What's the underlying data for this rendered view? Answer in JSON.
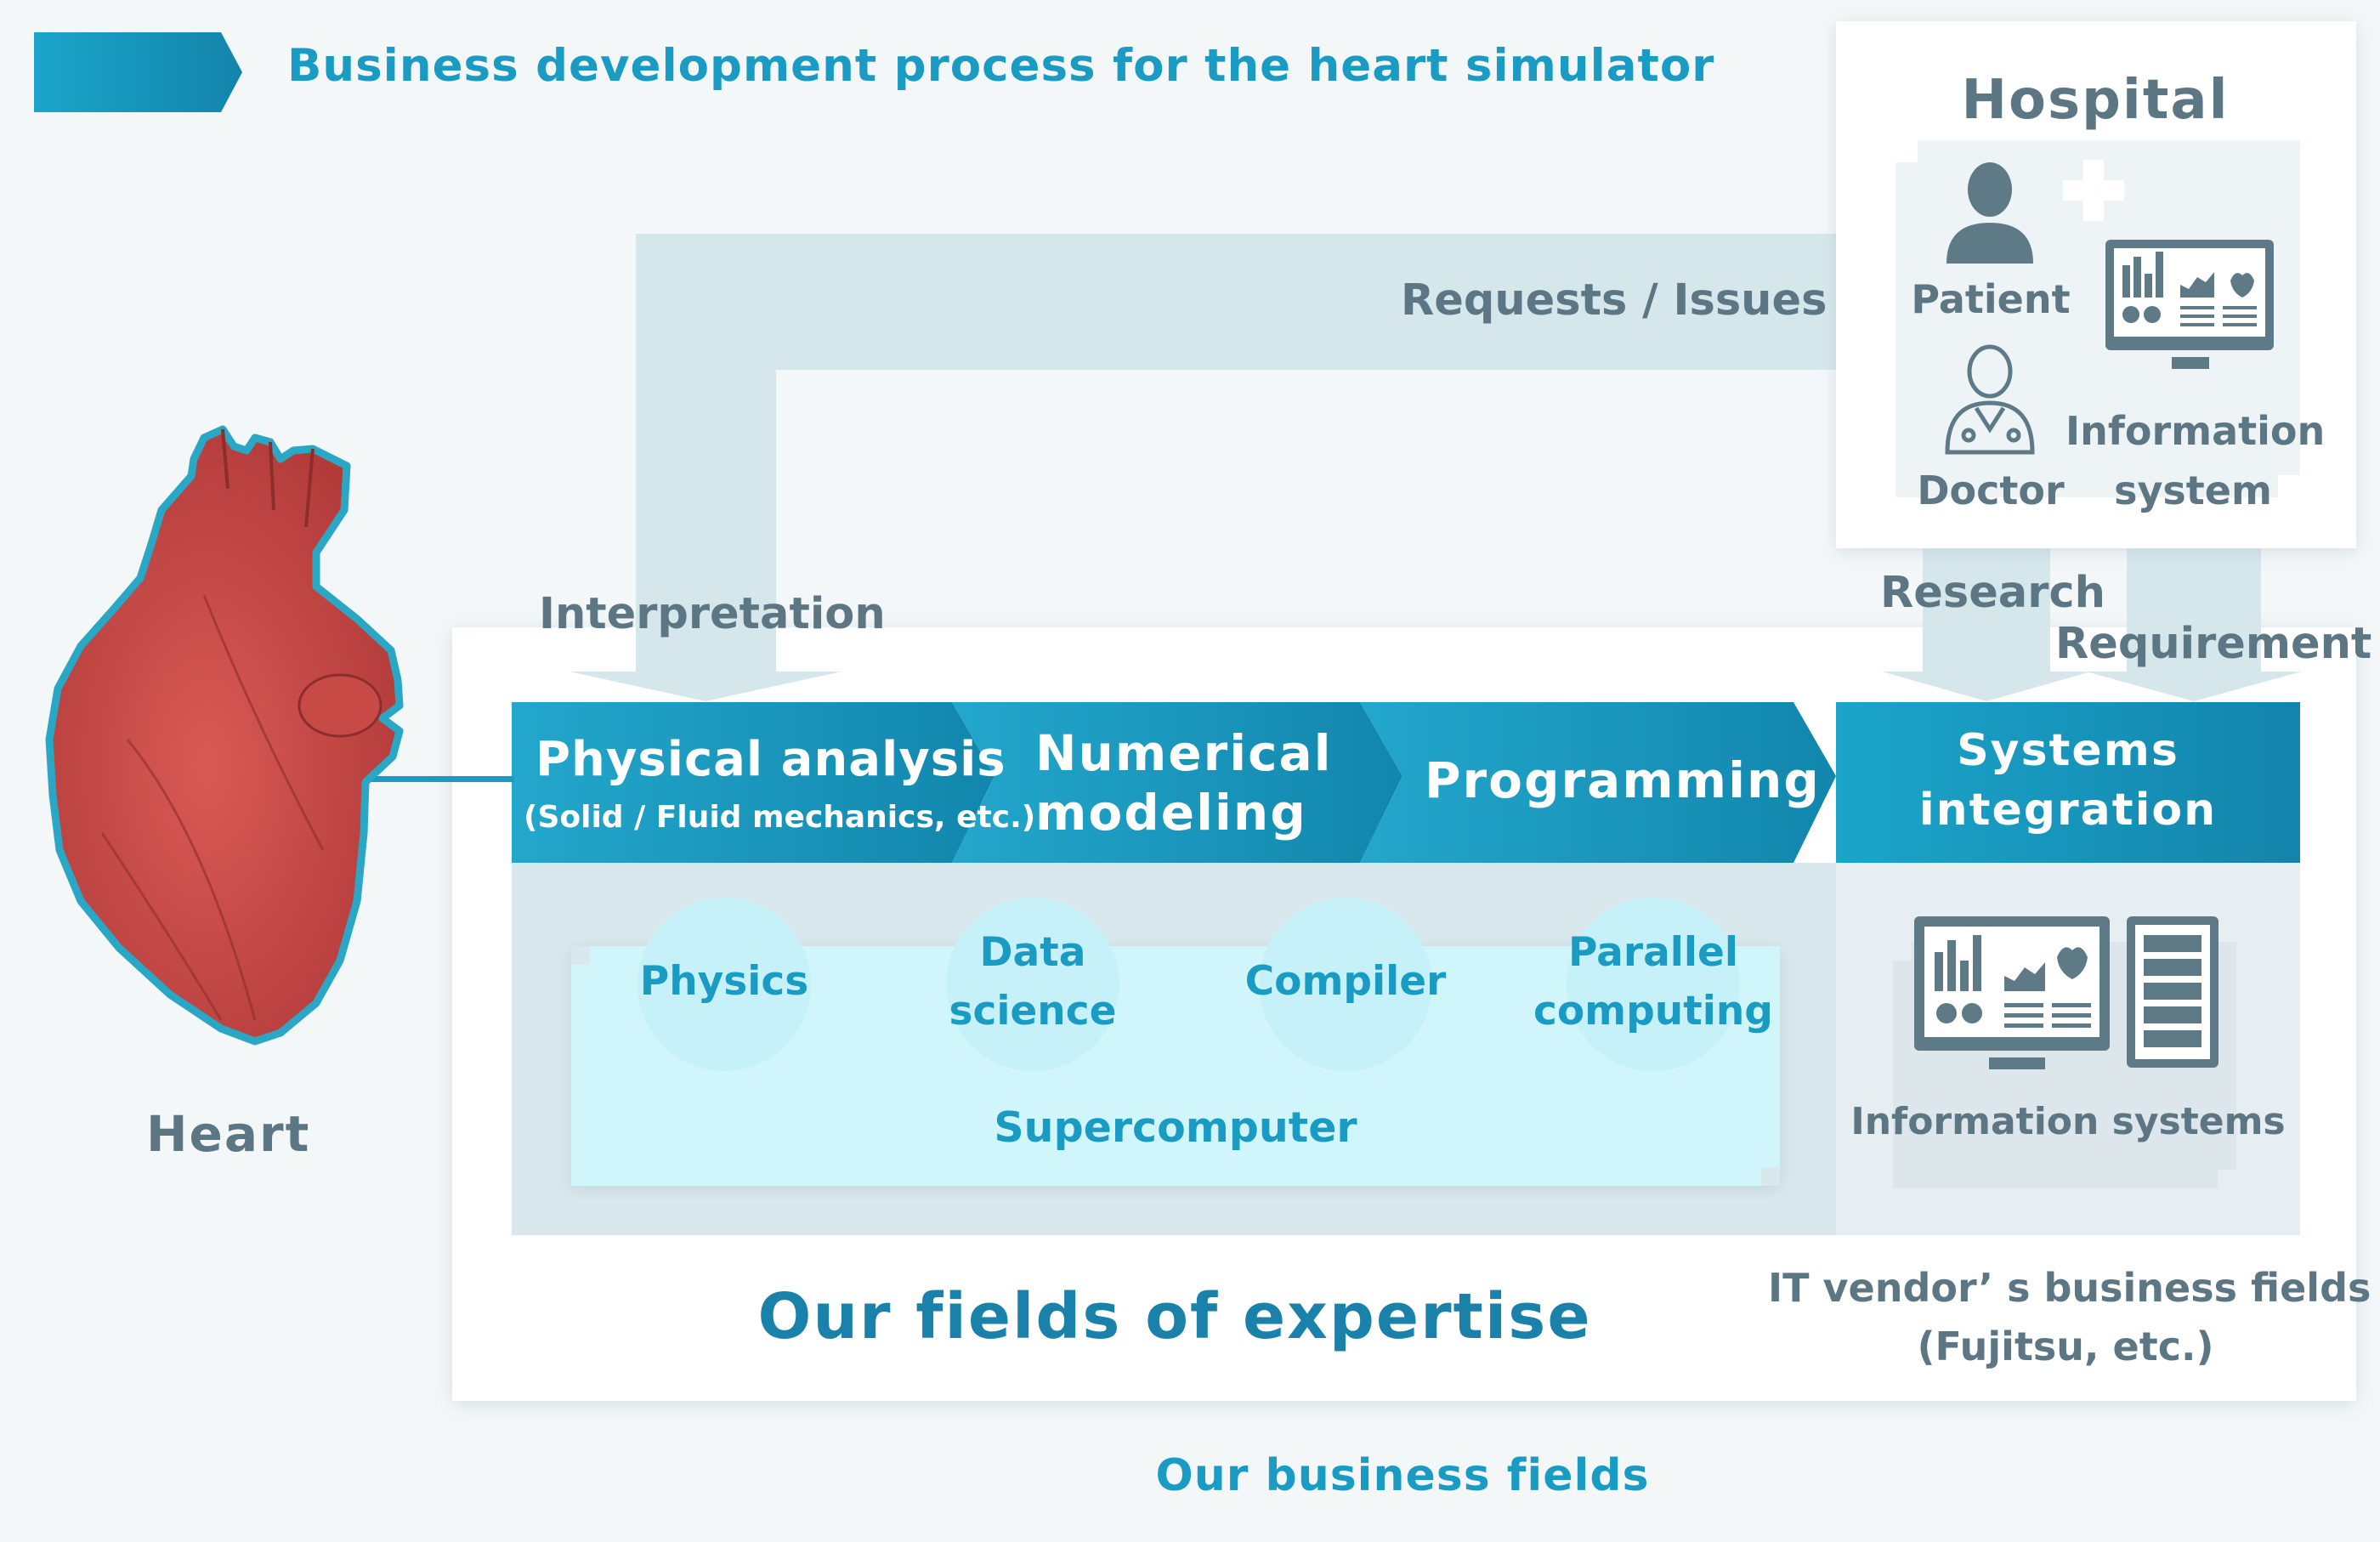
{
  "title": "Business development process for the heart simulator",
  "heart_label": "Heart",
  "hospital": {
    "title": "Hospital",
    "patient": "Patient",
    "doctor": "Doctor",
    "info_line1": "Information",
    "info_line2": "system"
  },
  "flows": {
    "requests": "Requests / Issues",
    "interpretation": "Interpretation",
    "research": "Research",
    "requirement": "Requirement"
  },
  "process": {
    "physical_title": "Physical analysis",
    "physical_sub": "(Solid / Fluid mechanics, etc.)",
    "numerical_line1": "Numerical",
    "numerical_line2": "modeling",
    "programming": "Programming",
    "si_line1": "Systems",
    "si_line2": "integration"
  },
  "skills": {
    "physics": "Physics",
    "data_line1": "Data",
    "data_line2": "science",
    "compiler": "Compiler",
    "parallel_line1": "Parallel",
    "parallel_line2": "computing"
  },
  "supercomputer": "Supercomputer",
  "info_systems": "Information systems",
  "expertise": "Our fields of expertise",
  "vendor_line1": "IT vendor’ s business fields",
  "vendor_line2": "(Fujitsu, etc.)",
  "business_fields": "Our business fields",
  "colors": {
    "accent": "#1a9bc3",
    "accent_dark": "#1289b0",
    "muted": "#5d7683",
    "flow": "#d6e7ec",
    "circle": "#c6f1f8",
    "panel": "#d0f6fb",
    "heart": "#c84a47"
  }
}
